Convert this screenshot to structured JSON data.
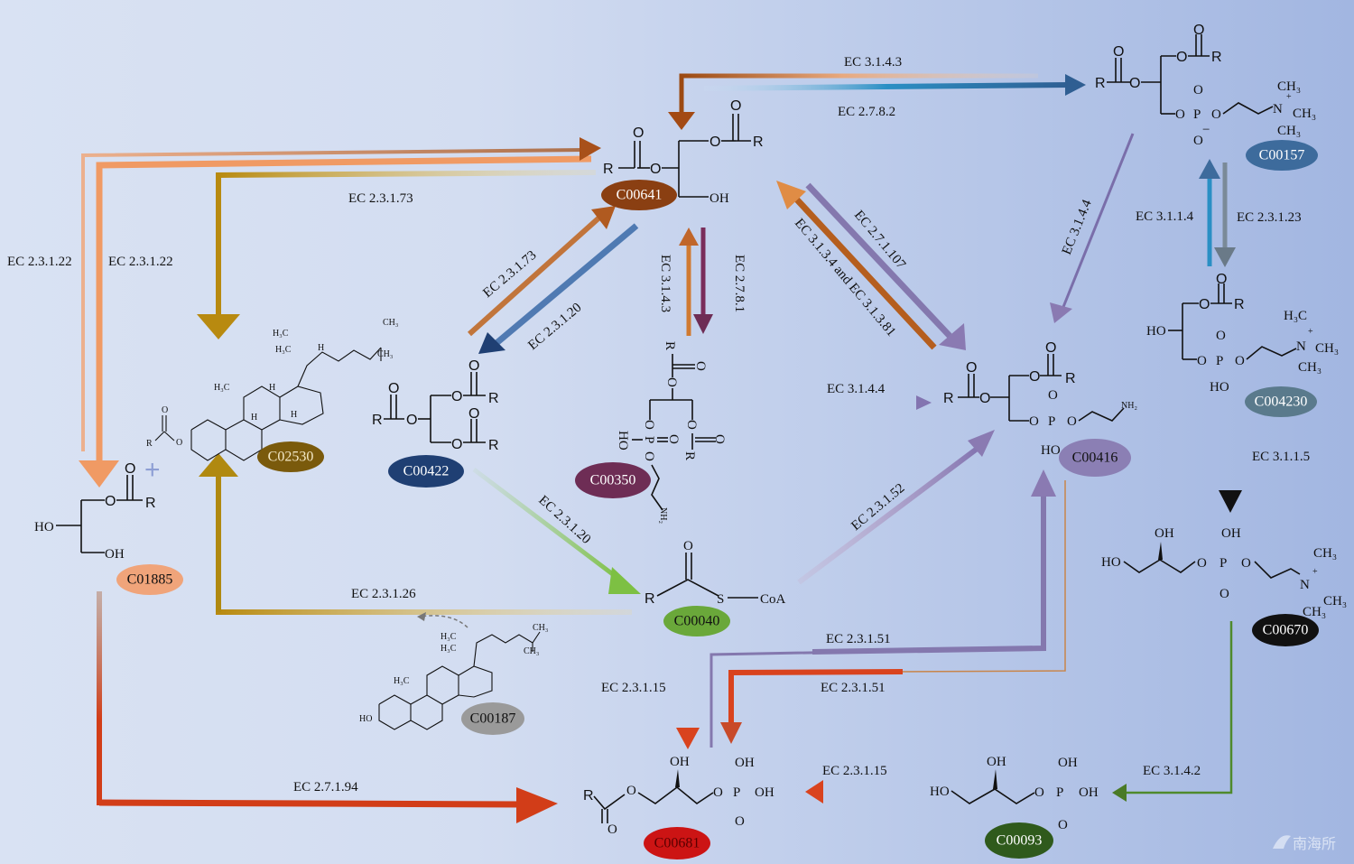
{
  "title": "Glycerolipid / glycerophospholipid metabolic pathway diagram",
  "compounds": [
    {
      "id": "C00641",
      "color": "#8a3f12",
      "text_color": "#ffffff"
    },
    {
      "id": "C00157",
      "color": "#3d6b9c",
      "text_color": "#ffffff"
    },
    {
      "id": "C004230",
      "color": "#5a7a8c",
      "text_color": "#ffffff"
    },
    {
      "id": "C00670",
      "color": "#111111",
      "text_color": "#ffffff"
    },
    {
      "id": "C02530",
      "color": "#7a5a0c",
      "text_color": "#f4e9c8"
    },
    {
      "id": "C00422",
      "color": "#1f3f73",
      "text_color": "#ffffff"
    },
    {
      "id": "C00350",
      "color": "#6e2d55",
      "text_color": "#ffffff"
    },
    {
      "id": "C00416",
      "color": "#8b7fb4",
      "text_color": "#111111"
    },
    {
      "id": "C01885",
      "color": "#f0a47a",
      "text_color": "#111111"
    },
    {
      "id": "C00040",
      "color": "#6aa83a",
      "text_color": "#111111"
    },
    {
      "id": "C00187",
      "color": "#9a9a9a",
      "text_color": "#111111"
    },
    {
      "id": "C00681",
      "color": "#cc1414",
      "text_color": "#5a0000"
    },
    {
      "id": "C00093",
      "color": "#2f5a1c",
      "text_color": "#ffffff"
    }
  ],
  "enzymes": {
    "ec_3_1_4_3_top": "EC 3.1.4.3",
    "ec_2_7_8_2": "EC 2.7.8.2",
    "ec_2_3_1_73_top": "EC 2.3.1.73",
    "ec_2_3_1_22_a": "EC 2.3.1.22",
    "ec_2_3_1_22_b": "EC 2.3.1.22",
    "ec_2_3_1_73_diag": "EC 2.3.1.73",
    "ec_2_3_1_20_diag": "EC 2.3.1.20",
    "ec_3_1_4_3_vert": "EC 3.1.4.3",
    "ec_2_7_8_1": "EC 2.7.8.1",
    "ec_3_1_3_4_and_81": "EC 3.1.3.4 and EC 3.1.3.81",
    "ec_2_7_1_107": "EC 2.7.1.107",
    "ec_3_1_4_4_diag": "EC 3.1.4.4",
    "ec_3_1_1_4": "EC 3.1.1.4",
    "ec_2_3_1_23": "EC 2.3.1.23",
    "ec_3_1_4_4_horiz": "EC 3.1.4.4",
    "ec_3_1_1_5": "EC 3.1.1.5",
    "ec_2_3_1_20_green": "EC 2.3.1.20",
    "ec_2_3_1_52": "EC 2.3.1.52",
    "ec_2_3_1_26": "EC 2.3.1.26",
    "ec_2_3_1_51_a": "EC 2.3.1.51",
    "ec_2_3_1_51_b": "EC 2.3.1.51",
    "ec_2_3_1_15_vert": "EC 2.3.1.15",
    "ec_2_3_1_15_horiz": "EC 2.3.1.15",
    "ec_3_1_4_2": "EC 3.1.4.2",
    "ec_2_7_1_94": "EC 2.7.1.94"
  },
  "atoms": {
    "R": "R",
    "O": "O",
    "OH": "OH",
    "HO": "HO",
    "P": "P",
    "S": "S",
    "CoA": "CoA",
    "CH3": "CH₃",
    "H3C": "H₃C",
    "NH2": "NH₂",
    "N": "N",
    "H": "H",
    "plus": "+",
    "minus": "−"
  },
  "plus_sign": "+",
  "watermark": "南海所"
}
